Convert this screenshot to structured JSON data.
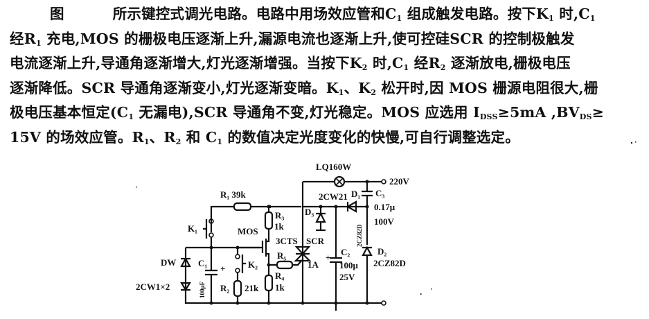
{
  "text": {
    "figure_label": "图",
    "lines": [
      "所示键控式调光电路。电路中用场效应管和C₁组成触发电路。按下K₁时,C₁",
      "经R₁充电,MOS的栅极电压逐渐上升,漏源电流也逐渐上升,使可控硅SCR的控制极触发",
      "电流逐渐上升,导通角逐渐增大,灯光逐渐增强。当按下K₂时,C₁经R₂逐渐放电,栅极电压",
      "逐渐降低。SCR导通角逐渐变小,灯光逐渐变暗。K₁、K₂松开时,因MOS栅源电阻很大,栅",
      "极电压基本恒定(C₁无漏电),SCR导通角不变,灯光稳定。MOS应选用I_DSS≥5mA,BV_DS≥",
      "15V的场效应管。R₁、R₂和C₁的数值决定光度变化的快慢,可自行调整选定。"
    ]
  },
  "circuit": {
    "lamp": "LQ160W",
    "supply": "220V",
    "r1": "R₁ 39k",
    "k1": "K₁",
    "mos": "MOS",
    "r3": "R₃",
    "r3_val": "1k",
    "dw": "DW",
    "dw_part": "2CW1×2",
    "c1": "C₁",
    "c1_val": "100μF",
    "plus": "+",
    "k2": "K₂",
    "r2": "R₂",
    "r2_val": "21k",
    "r5": "R₅",
    "r4": "R₄",
    "r4_val": "1k",
    "scr_part": "3CTS",
    "scr": "SCR",
    "scr_rating": "1A",
    "d3_part": "2CW21",
    "d3": "D₃",
    "c2": "C₂",
    "c2_val": "100μ",
    "c2_volt": "25V",
    "d1": "D₁",
    "d1_part": "2CZ82D",
    "c3": "C₃",
    "c3_val": "0.17μ",
    "c3_volt": "100V",
    "d2": "D₂",
    "d2_part": "2CZ82D"
  }
}
